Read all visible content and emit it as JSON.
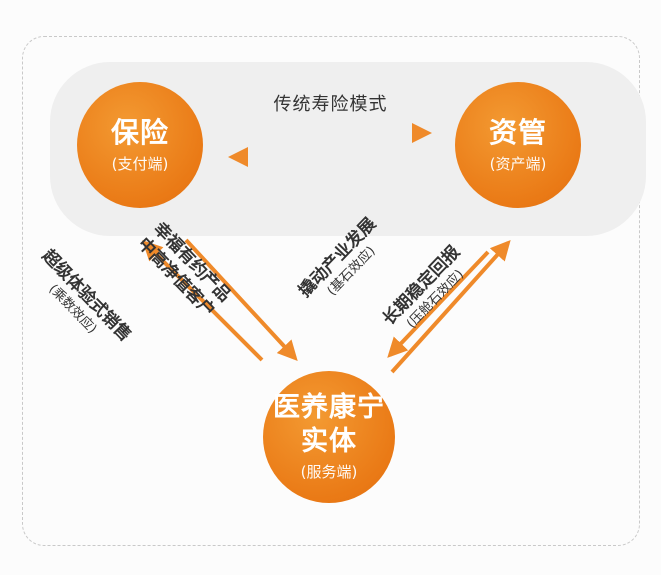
{
  "nodes": {
    "insurance": {
      "title": "保险",
      "subtitle": "(支付端)"
    },
    "asset_management": {
      "title": "资管",
      "subtitle": "(资产端)"
    },
    "healthcare": {
      "title_line1": "医养康宁",
      "title_line2": "实体",
      "subtitle": "(服务端)"
    }
  },
  "edges": {
    "traditional": "传统寿险模式",
    "super_experience": {
      "main": "超级体验式销售",
      "note": "(乘数效应)"
    },
    "happy_products": {
      "line1": "幸福有约产品",
      "line2": "中高净值客户"
    },
    "leverage_industry": {
      "main": "撬动产业发展",
      "note": "(基石效应)"
    },
    "long_term_return": {
      "main": "长期稳定回报",
      "note": "(压舱石效应)"
    }
  },
  "colors": {
    "accent": "#ea7a16",
    "arrow": "#ef8a2a",
    "band": "#efefef"
  }
}
